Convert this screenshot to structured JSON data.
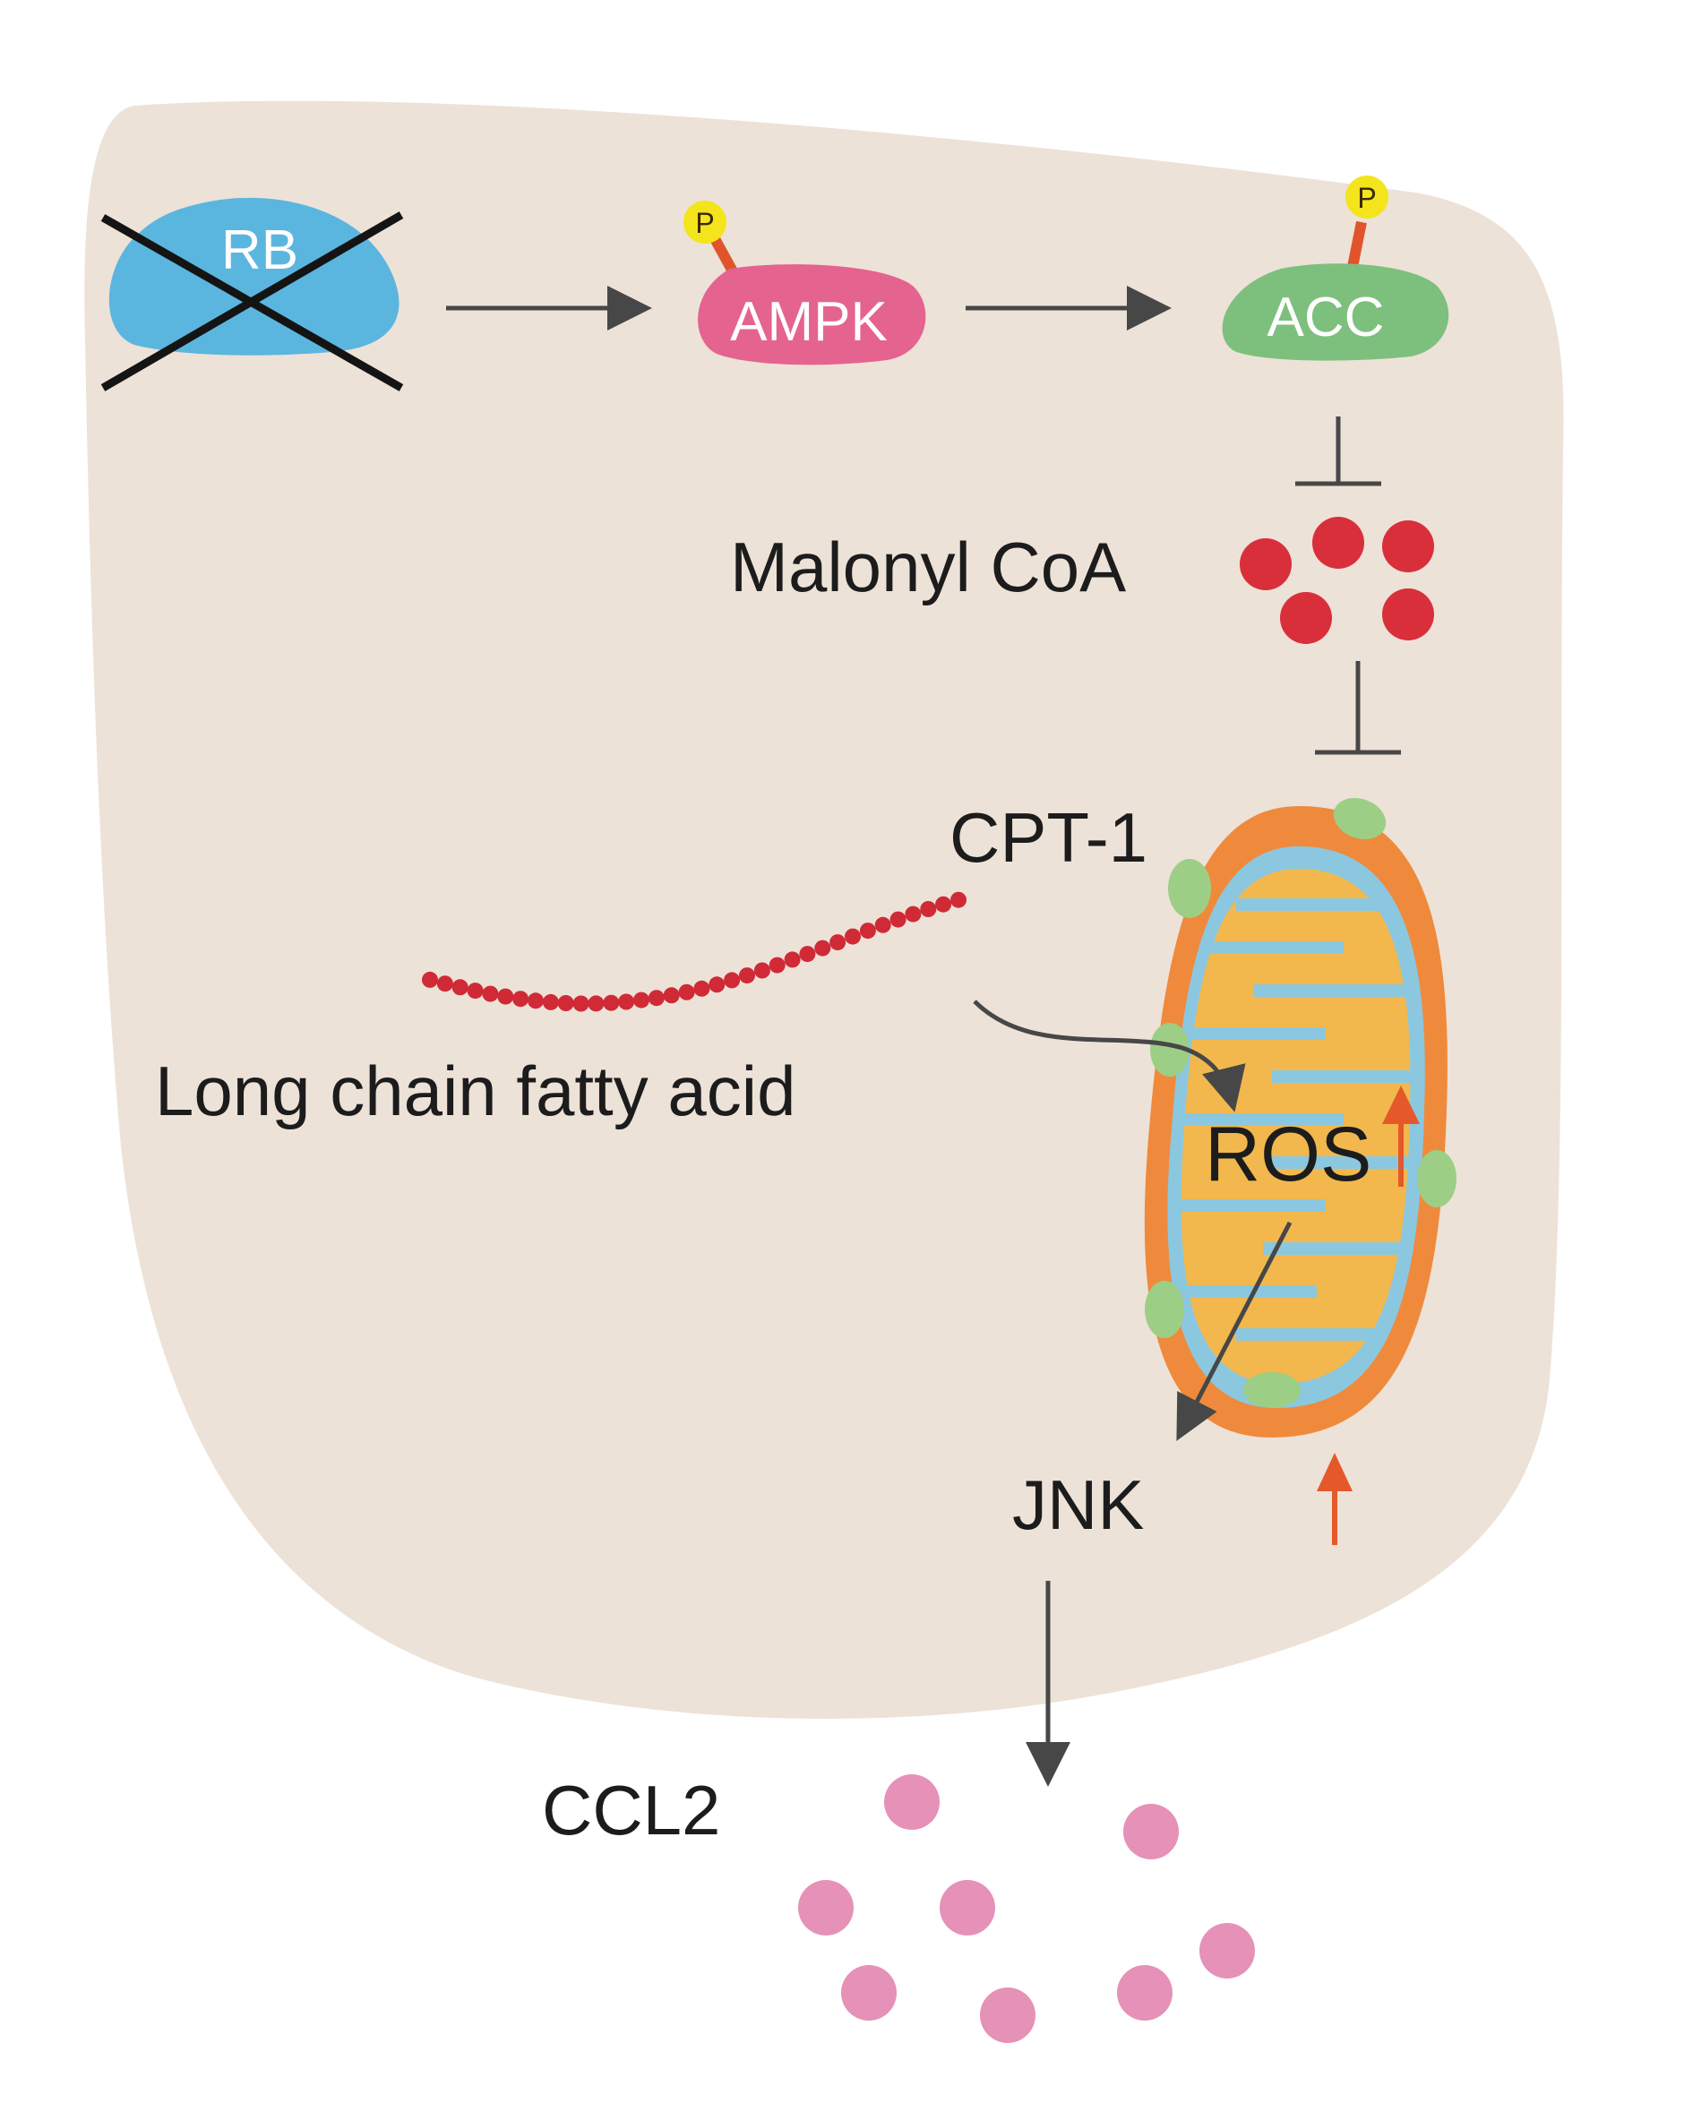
{
  "labels": {
    "rb": "RB",
    "ampk": "AMPK",
    "acc": "ACC",
    "phospho": "P",
    "malonyl_coa": "Malonyl CoA",
    "cpt1": "CPT-1",
    "fatty_acid": "Long chain fatty acid",
    "ros": "ROS",
    "jnk": "JNK",
    "ccl2": "CCL2"
  },
  "colors": {
    "cell_background": "#ede2d7",
    "rb": "#5bb6df",
    "ampk": "#e5638f",
    "acc": "#7dc07e",
    "phospho": "#f4e41c",
    "phospho_stalk": "#e0542b",
    "malonyl_coa": "#d92f3b",
    "fatty_acid_chain": "#d02a36",
    "mito_outer": "#ef8a3c",
    "mito_matrix": "#f2b84d",
    "mito_cristae": "#8cc7e0",
    "cpt1": "#9ccf85",
    "increase_arrow": "#e5582a",
    "ccl2": "#e591b8",
    "arrows": "#474747"
  },
  "relations": [
    {
      "from": "RB",
      "to": "AMPK",
      "type": "activates"
    },
    {
      "from": "AMPK",
      "to": "ACC",
      "type": "activates"
    },
    {
      "from": "ACC",
      "to": "Malonyl CoA",
      "type": "inhibits"
    },
    {
      "from": "Malonyl CoA",
      "to": "CPT-1",
      "type": "inhibits"
    },
    {
      "from": "Long chain fatty acid",
      "to": "ROS",
      "type": "activates"
    },
    {
      "from": "ROS",
      "to": "JNK",
      "type": "activates"
    },
    {
      "from": "JNK",
      "to": "CCL2",
      "type": "activates"
    }
  ]
}
